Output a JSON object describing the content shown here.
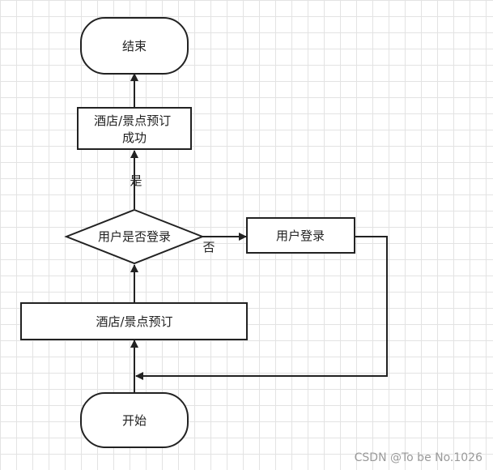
{
  "diagram": {
    "nodes": {
      "end": "结束",
      "booking_success_line1": "酒店/景点预订",
      "booking_success_line2": "成功",
      "decision": "用户是否登录",
      "login": "用户登录",
      "booking": "酒店/景点预订",
      "start": "开始"
    },
    "edges": {
      "yes_label": "是",
      "no_label": "否"
    }
  },
  "watermark": "CSDN @To be No.1026",
  "colors": {
    "stroke": "#222222",
    "text": "#222222",
    "grid": "#e3e3e3",
    "watermark": "#9a9a9a"
  }
}
